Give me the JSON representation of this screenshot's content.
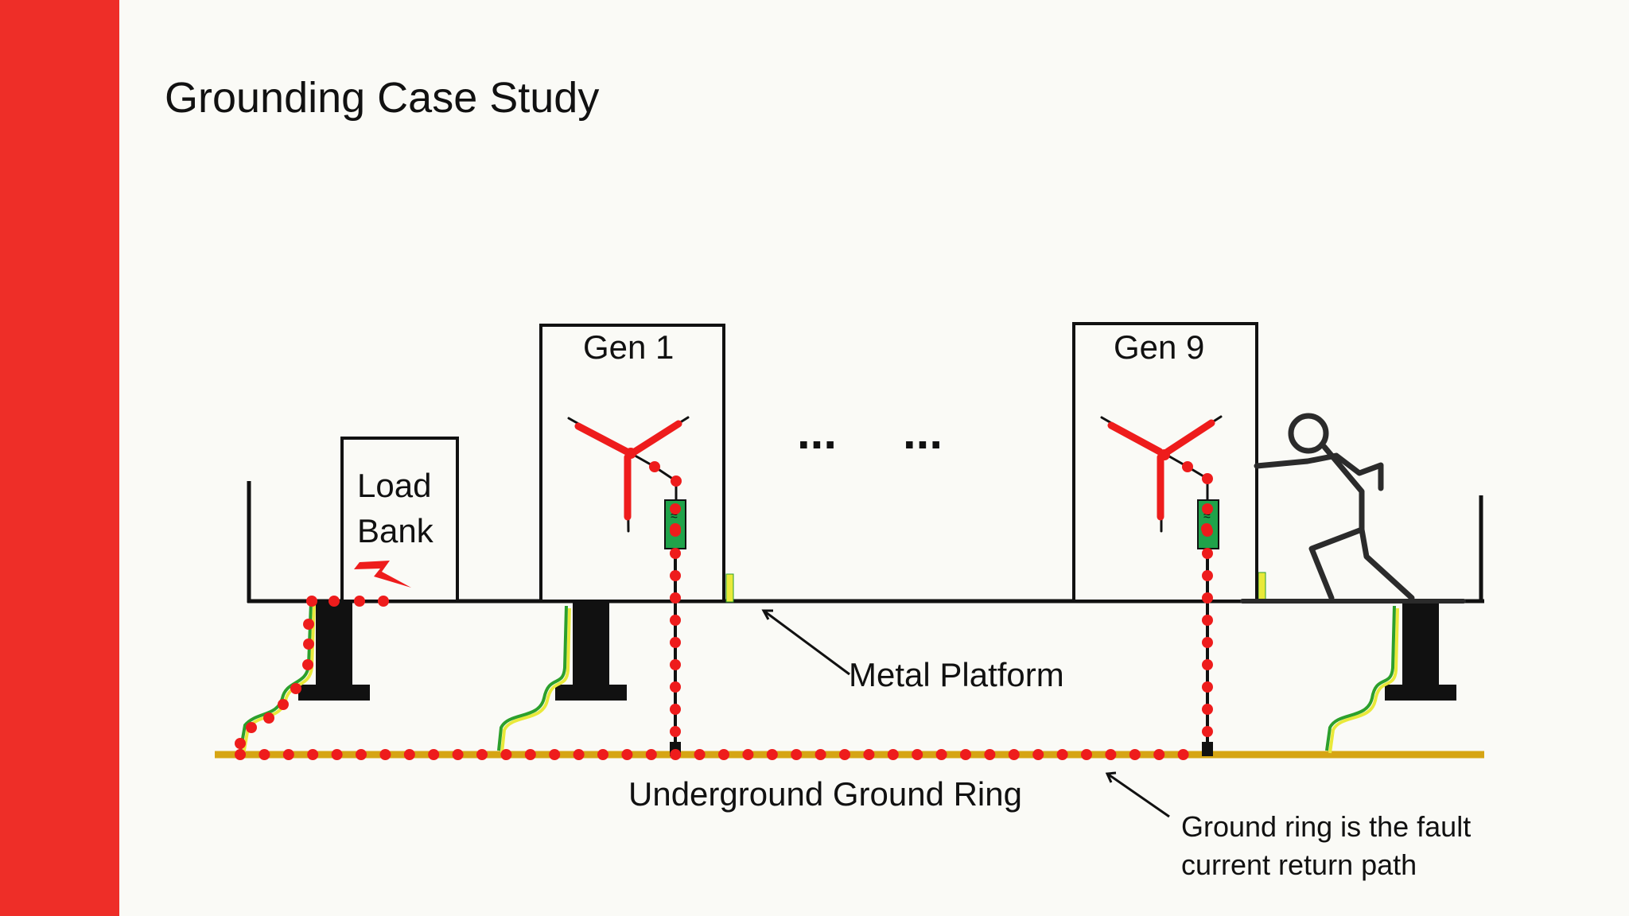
{
  "title": "Grounding Case Study",
  "labels": {
    "load_bank_line1": "Load",
    "load_bank_line2": "Bank",
    "gen1": "Gen 1",
    "gen9": "Gen 9",
    "ellipsis_left": "...",
    "ellipsis_right": "...",
    "metal_platform": "Metal Platform",
    "ground_ring": "Underground Ground Ring",
    "note_line1": "Ground ring is the fault",
    "note_line2": "current return path",
    "neutral_resistor_mark": "≈"
  },
  "colors": {
    "sidebar": "#ee2e28",
    "fault_path": "#ee1c1c",
    "ground_ring": "#d6a514",
    "ground_wire_green": "#2ca02c",
    "ground_wire_yellow": "#e9e93a",
    "resistor": "#1fa34a",
    "outline": "#111111"
  },
  "icons": [
    "lightning-bolt-icon",
    "generator-wye-winding-icon",
    "stick-figure-person-icon",
    "arrow-icon"
  ]
}
